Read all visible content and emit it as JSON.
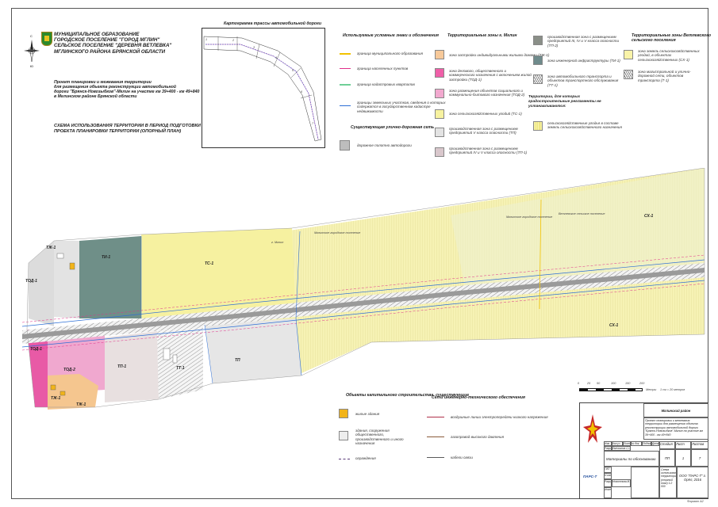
{
  "header": {
    "title_lines": [
      "МУНИЦИПАЛЬНОЕ ОБРАЗОВАНИЕ",
      "ГОРОДСКОЕ ПОСЕЛЕНИЕ \"ГОРОД МГЛИН\"",
      "СЕЛЬСКОЕ ПОСЕЛЕНИЕ \"ДЕРЕВНЯ ВЕТЛЕВКА\"",
      "МГЛИНСКОГО РАЙОНА БРЯНСКОЙ ОБЛАСТИ"
    ],
    "project_lines": [
      "Проект планировки и межевания территории",
      "для размещения объекта реконструкции автомобильной",
      "дороги \"Брянск-Новозыбков\"-Мглин на участке км 39+400 - км 49+840",
      "в Мглинском районе Брянской области"
    ],
    "scheme_lines": [
      "СХЕМА ИСПОЛЬЗОВАНИЯ ТЕРРИТОРИИ В ПЕРИОД ПОДГОТОВКИ",
      "ПРОЕКТА ПЛАНИРОВКИ ТЕРРИТОРИИ (ОПОРНЫЙ ПЛАН)"
    ]
  },
  "inset": {
    "title": "Картограмма трассы автомобильной дороги",
    "sheet_numbers": [
      "1",
      "2",
      "3",
      "4",
      "5",
      "6",
      "7"
    ]
  },
  "legend_used": {
    "title": "Используемые условные знаки и обозначения",
    "items": [
      {
        "label": "граница муниципального образования",
        "color": "#f2c200"
      },
      {
        "label": "граница населенных пунктов",
        "color": "#e0308a"
      },
      {
        "label": "граница кадастровых кварталов",
        "color": "#6fcf97"
      },
      {
        "label": "границы земельных участков, сведения о которых содержатся в государственном кадастре недвижимости",
        "color": "#2d6fd6"
      }
    ],
    "road_title": "Существующая улично-дорожная сеть",
    "road_item": "дорожное полотно автодороги"
  },
  "legend_zones": {
    "title": "Территориальные зоны г. Мглин",
    "items": [
      {
        "label": "зона застройки индивидуальными жилыми домами (ТЖ-1)",
        "color": "#f7c99a"
      },
      {
        "label": "зона делового, общественного и коммерческого назначения с включением жилой застройки (ТОД-1)",
        "color": "#ef5fa8"
      },
      {
        "label": "зона размещения объектов социального и коммунально-бытового назначения (ТОД-2)",
        "color": "#f2a9cf"
      },
      {
        "label": "зона сельскохозяйственных угодий (ТС-1)",
        "color": "#f7f2a0"
      },
      {
        "label": "производственная зона с размещением предприятий V класса опасности (ТП)",
        "color": "#e3e3e3"
      },
      {
        "label": "производственная зона с размещением предприятий IV и V класса опасности (ТП-1)",
        "color": "#d9c7cc"
      }
    ]
  },
  "legend_zones2": {
    "items": [
      {
        "label": "производственная зона с размещением предприятий III, IV и V класса опасности (ТП-2)",
        "color": "#8a8f88"
      },
      {
        "label": "зона инженерной инфраструктуры (ТИ-1)",
        "color": "#6f8b8c"
      },
      {
        "label": "зона автомобильного транспорта и объектов транспортного обслуживания (ТТ-1)",
        "color": "hatch"
      }
    ],
    "extra_title": "Территории, для которых градостроительные регламенты не устанавливаются:",
    "extra_item": "сельскохозяйственные угодья в составе земель сельскохозяйственного назначения"
  },
  "legend_vetlevka": {
    "title": "Территориальные зоны Ветлевского сельского поселения",
    "items": [
      {
        "label": "зона земель сельскохозяйственных угодий, в объектах сельскохозяйственных (СХ-1)",
        "color": "#f9f3a8"
      },
      {
        "label": "зона магистральной и улично-дорожной сети, объектов транспорта (Т-1)",
        "color": "hatch"
      }
    ]
  },
  "map_labels": {
    "zones": [
      "ТОД-1",
      "ТИ-1",
      "ТС-1",
      "ТП",
      "ТЖ-1",
      "ТОД-1",
      "ТОД-2",
      "ТЖ-1",
      "ТТ-1",
      "СХ-1",
      "СХ-1",
      "ТП-1",
      "ТЖ-1"
    ],
    "places": [
      "г. Мглин",
      "Мглинское городское поселение",
      "Мглинское городское поселение",
      "Ветлевское сельское поселение"
    ]
  },
  "scale": {
    "ticks": [
      "0",
      "25",
      "50",
      "100",
      "150",
      "200"
    ],
    "unit": "Метры",
    "ratio": "1 см = 20 метров"
  },
  "legend_capital": {
    "title": "Объекты капитального строительства, существующие",
    "items": [
      {
        "label": "жилые здания",
        "color": "#f2b41a"
      },
      {
        "label": "здания, сооружения общественного, производственного и иного назначения",
        "color": "#eeeeee"
      },
      {
        "label": "ограждения",
        "color": "line"
      }
    ]
  },
  "legend_engineering": {
    "title": "Сети инженерно-технического обеспечения",
    "items": [
      {
        "label": "воздушные линии электропередачи низкого напряжения",
        "color": "#b0304a"
      },
      {
        "label": "газопровод высокого давления",
        "color": "#8a5a3a"
      },
      {
        "label": "кабели связи",
        "color": "#5a5a5a"
      }
    ]
  },
  "title_block": {
    "district": "Мглинский район",
    "project_text": "Проект планировки и межевания территории для размещения объекта реконструкции автомобильной дороги \"Брянск-Новозыбков\"-Мглин на участке км 39+400 - км 49+840",
    "materials": "Материалы по обоснованию",
    "stage_head": [
      "Стадия",
      "Лист",
      "Листов"
    ],
    "stage_vals": [
      "ПП",
      "1",
      "7"
    ],
    "sheet_name": "Схема использования территории (опорный план) 1:2 000",
    "company": "ООО \"ПАРС-Т\" г. Орёл, 2016",
    "logo_text": "ПАРС-Т",
    "rows": [
      [
        "Изм.",
        "Кол.уч",
        "Лист",
        "№ док.",
        "Подпись",
        "Дата"
      ],
      [
        "Разраб.",
        "Емельянов С.С."
      ],
      [
        "ГИП",
        ""
      ],
      [
        "Н.контр.",
        ""
      ],
      [
        "Разраб.",
        "Новоселова М.П."
      ],
      [
        "Инженер",
        ""
      ]
    ],
    "format": "Формат А2"
  },
  "colors": {
    "agri": "#f6f1a6",
    "agri_field": "#eaeccd",
    "road": "#8c8c8c",
    "prod": "#e4e4e4",
    "teal": "#6f8f88",
    "pink": "#f0a8cf",
    "magenta": "#e85aa6",
    "peach": "#f5c68f",
    "blue_line": "#2d6fd6",
    "yellow_line": "#f2c200"
  }
}
